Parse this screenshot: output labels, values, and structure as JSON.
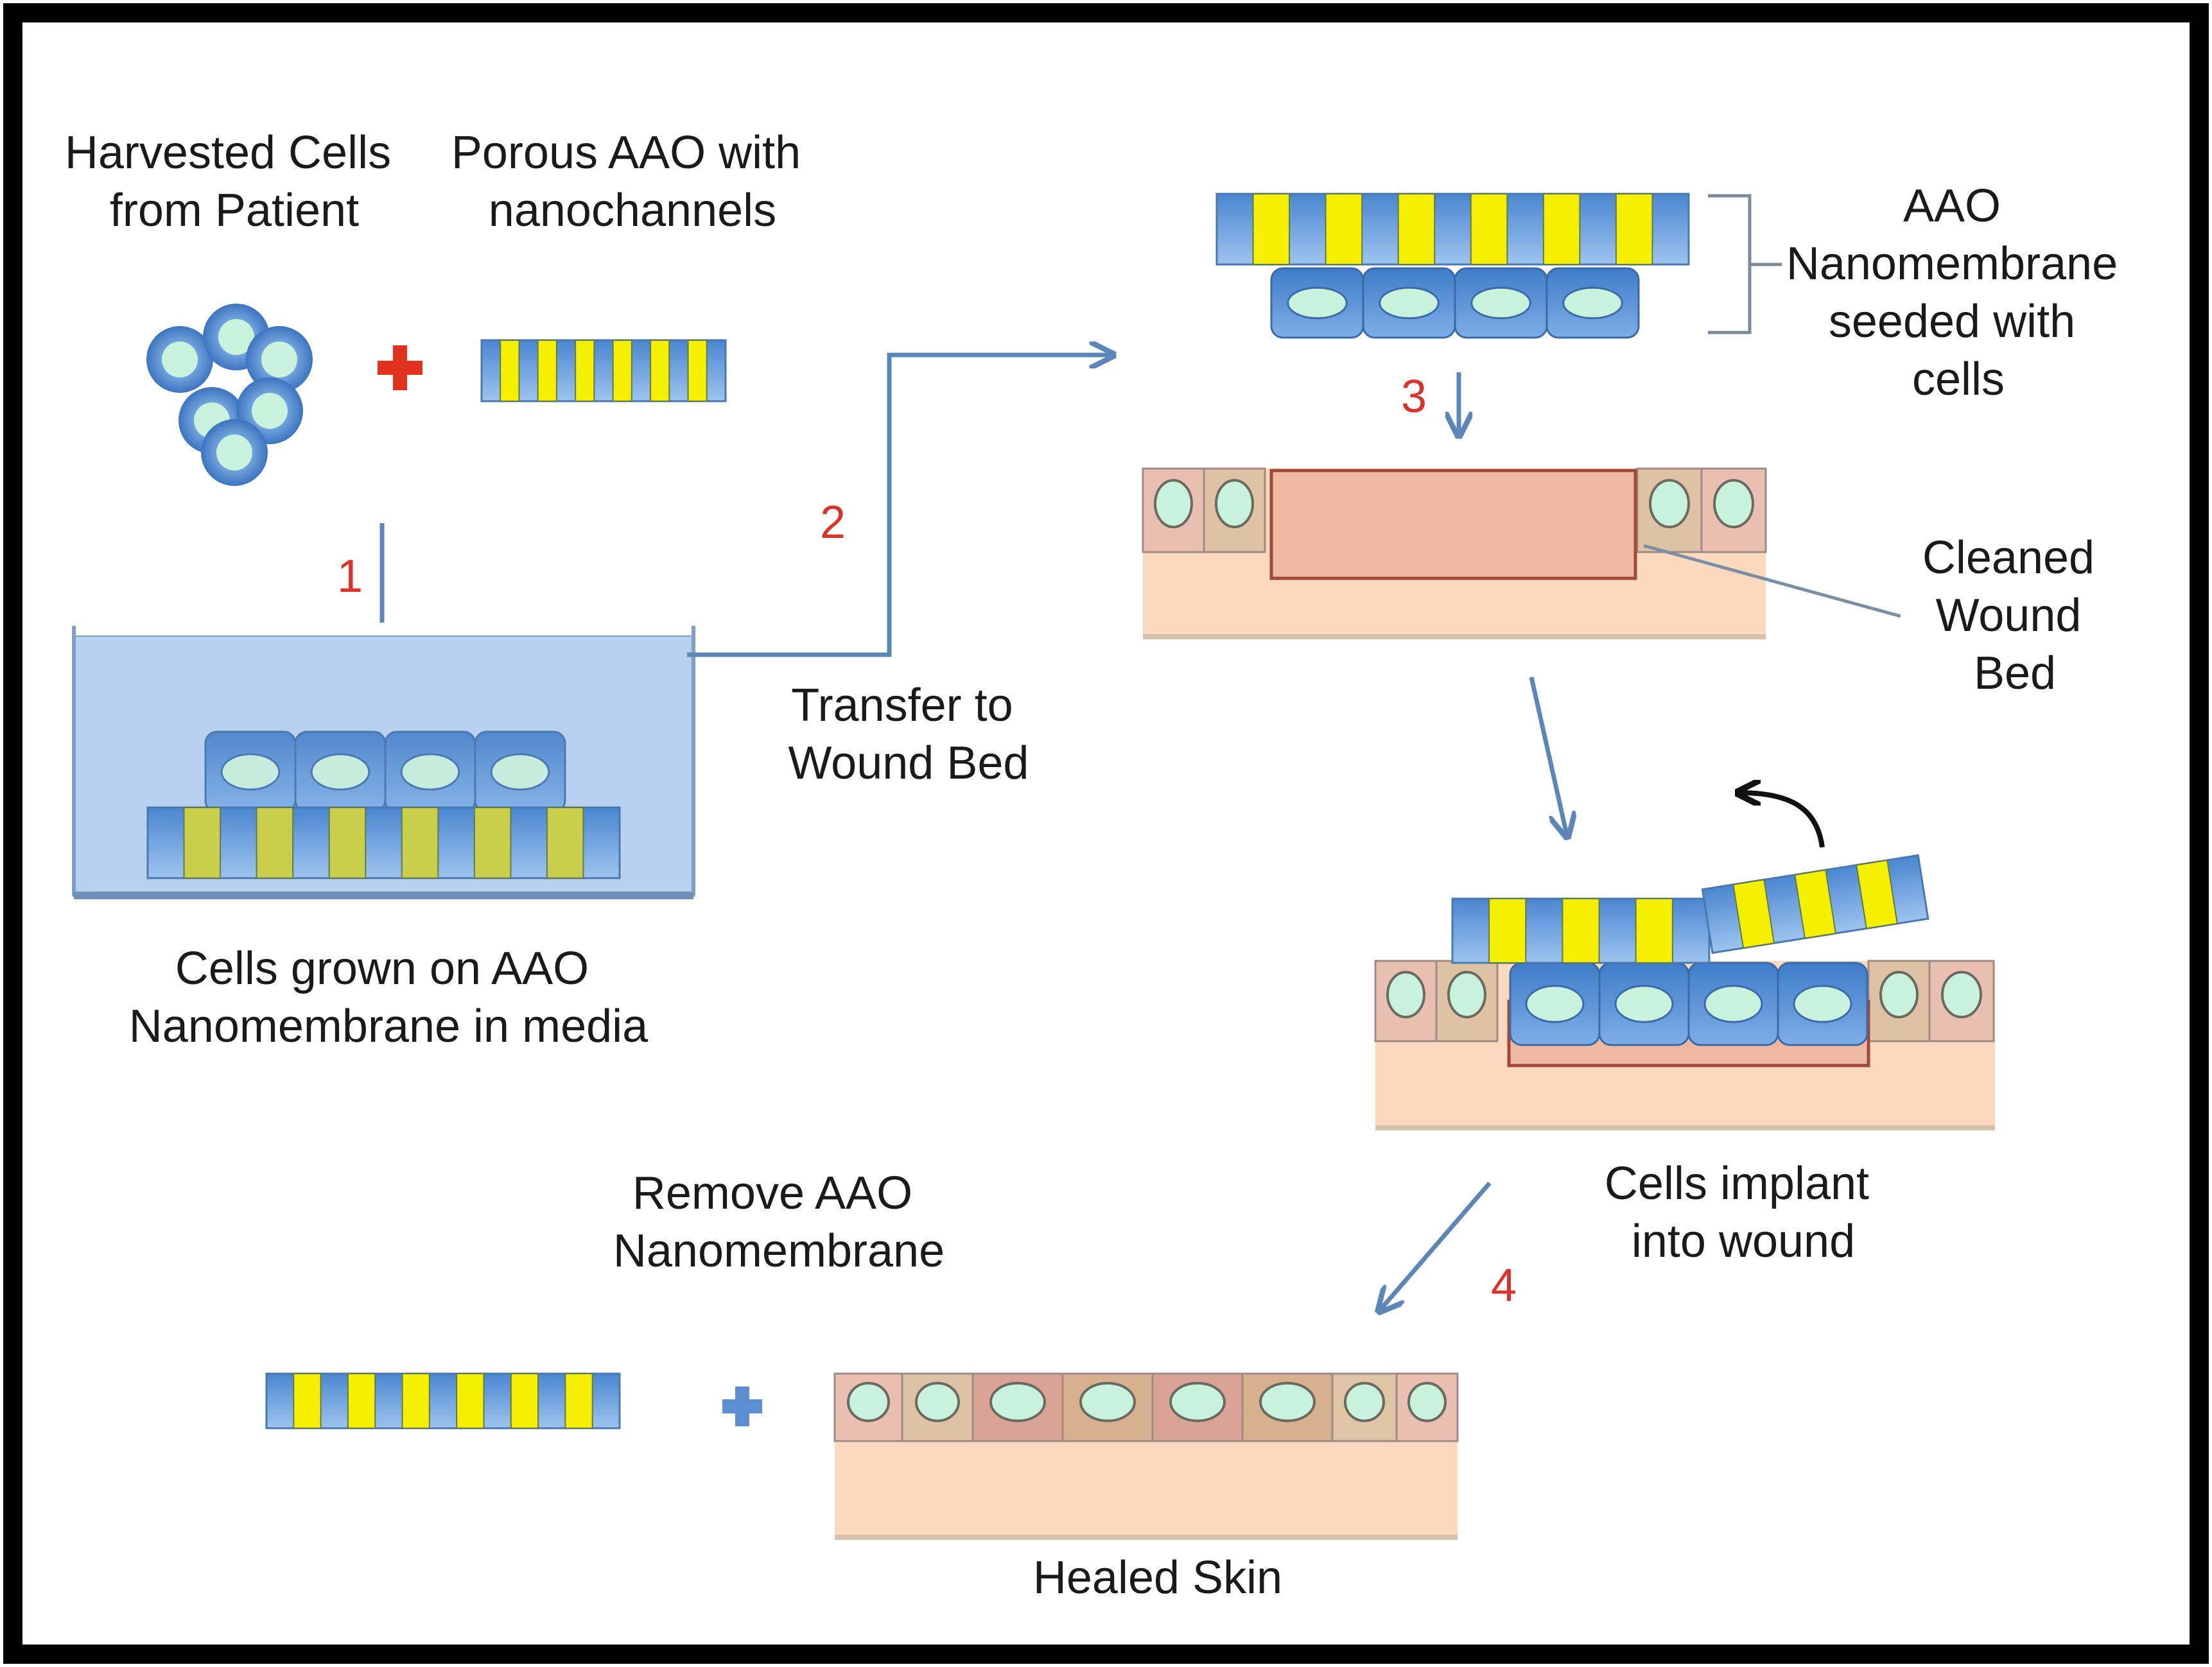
{
  "figure": {
    "labels": {
      "harvested_cells": [
        "Harvested Cells",
        "from Patient"
      ],
      "porous_aao": [
        "Porous AAO with",
        "nanochannels"
      ],
      "cells_grown": [
        "Cells grown on AAO",
        "Nanomembrane in media"
      ],
      "transfer": [
        "Transfer to",
        "Wound Bed"
      ],
      "aao_seeded": [
        "AAO",
        "Nanomembrane",
        "seeded with",
        "cells"
      ],
      "cleaned_wound": [
        "Cleaned",
        "Wound",
        "Bed"
      ],
      "cells_implant": [
        "Cells implant",
        "into wound"
      ],
      "remove_aao": [
        "Remove AAO",
        "Nanomembrane"
      ],
      "healed_skin": "Healed Skin"
    },
    "steps": [
      "1",
      "2",
      "3",
      "4"
    ],
    "plus_symbol": "+",
    "colors": {
      "membrane_blue": "#5b95d6",
      "channel_yellow": "#f4f000",
      "cell_blue": "#4f8ad0",
      "nucleus": "#c9f2dc",
      "skin": "#fbd9bd",
      "wound": "#efb8a1",
      "wound_border": "#a0493a",
      "step_red": "#d9332b",
      "arrow_blue": "#5b87b8",
      "frame": "#000000"
    }
  }
}
